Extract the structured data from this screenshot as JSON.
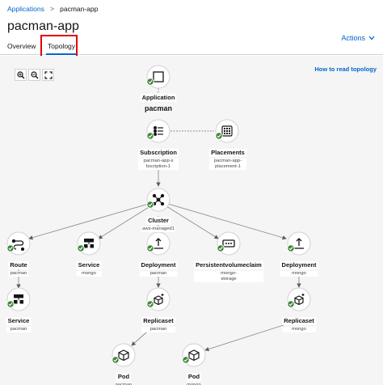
{
  "breadcrumb": {
    "root": "Applications",
    "separator": ">",
    "current": "pacman-app"
  },
  "page_title": "pacman-app",
  "actions_label": "Actions",
  "tabs": [
    {
      "label": "Overview"
    },
    {
      "label": "Topology"
    }
  ],
  "help_link": "How to read topology",
  "zoom": {
    "zoom_in": "+",
    "zoom_out": "−",
    "fit": "⤢"
  },
  "app_name": "pacman",
  "nodes": {
    "application": {
      "title": "Application",
      "icon": "application-icon"
    },
    "subscription": {
      "title": "Subscription",
      "sub1": "pacman-app-s",
      "sub2": "bscription-1",
      "icon": "subscription-icon"
    },
    "placements": {
      "title": "Placements",
      "sub1": "pacman-app-",
      "sub2": "placement-1",
      "icon": "placements-icon"
    },
    "cluster": {
      "title": "Cluster",
      "sub1": "aws-managed1",
      "icon": "cluster-icon"
    },
    "route": {
      "title": "Route",
      "sub1": "pacman",
      "icon": "route-icon"
    },
    "service_mongo": {
      "title": "Service",
      "sub1": "mongo",
      "icon": "service-icon"
    },
    "deployment_pacman": {
      "title": "Deployment",
      "sub1": "pacman",
      "icon": "deployment-icon"
    },
    "pvc": {
      "title": "Persistentvolumeclaim",
      "sub1": "mongo-",
      "sub2": "storage",
      "icon": "pvc-icon"
    },
    "deployment_mongo": {
      "title": "Deployment",
      "sub1": "mongo",
      "icon": "deployment-icon"
    },
    "service_pacman": {
      "title": "Service",
      "sub1": "pacman",
      "icon": "service-icon"
    },
    "replicaset_pacman": {
      "title": "Replicaset",
      "sub1": "pacman",
      "icon": "replicaset-icon"
    },
    "replicaset_mongo": {
      "title": "Replicaset",
      "sub1": "mongo",
      "icon": "replicaset-icon"
    },
    "pod_pacman": {
      "title": "Pod",
      "sub1": "pacman",
      "icon": "pod-icon"
    },
    "pod_mongo": {
      "title": "Pod",
      "sub1": "mongo",
      "icon": "pod-icon"
    }
  },
  "colors": {
    "link": "#0066cc",
    "status_ok": "#3e8635",
    "highlight": "#e00000",
    "edge": "#8a8d90"
  }
}
